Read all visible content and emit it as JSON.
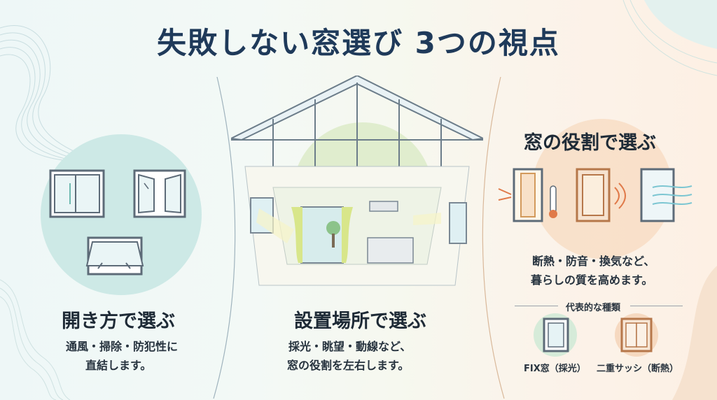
{
  "title": "失敗しない窓選び 3つの視点",
  "left": {
    "heading": "開き方で選ぶ",
    "body_line1": "通風・掃除・防犯性に",
    "body_line2": "直結します。"
  },
  "center": {
    "heading": "設置場所で選ぶ",
    "body_line1": "採光・眺望・動線など、",
    "body_line2": "窓の役割を左右します。"
  },
  "right": {
    "heading": "窓の役割で選ぶ",
    "body_line1": "断熱・防音・換気など、",
    "body_line2": "暮らしの質を高めます。",
    "types_label": "代表的な種類",
    "type1": "FIX窓（採光）",
    "type2": "二重サッシ（断熱）"
  },
  "colors": {
    "title": "#1f3a5a",
    "teal_circle": "#cde9e6",
    "green_circle": "#dcebc8",
    "orange_circle": "#f8dcc3",
    "window_frame": "#5d6b78"
  }
}
